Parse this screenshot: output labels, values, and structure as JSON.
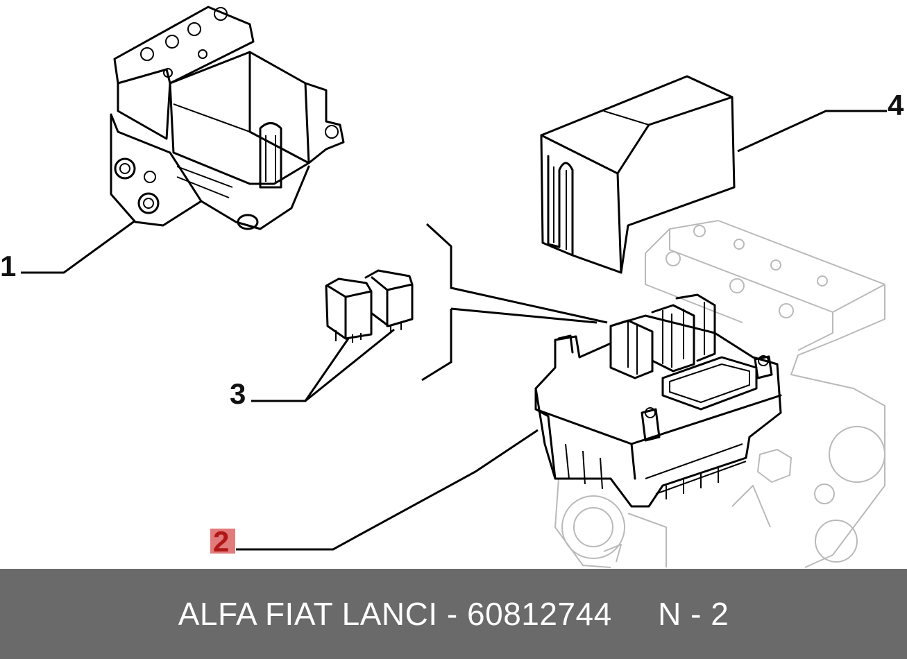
{
  "callouts": [
    {
      "id": "1",
      "label": "1"
    },
    {
      "id": "2",
      "label": "2"
    },
    {
      "id": "3",
      "label": "3"
    },
    {
      "id": "4",
      "label": "4"
    }
  ],
  "highlighted_callout": "2",
  "highlight_color": "#e27b7b",
  "footer": {
    "brand": "ALFA FIAT LANCI",
    "separator": "-",
    "part_number": "60812744",
    "reference": "N - 2",
    "background": "#6a6a6a"
  }
}
